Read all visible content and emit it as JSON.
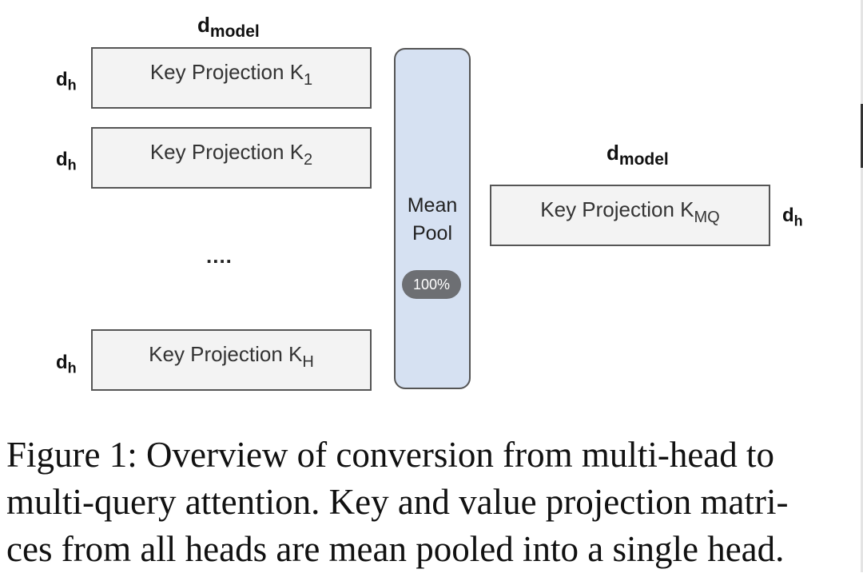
{
  "diagram": {
    "left_top_dim": {
      "base": "d",
      "sub": "model"
    },
    "right_top_dim": {
      "base": "d",
      "sub": "model"
    },
    "dh": {
      "base": "d",
      "sub": "h"
    },
    "projections": [
      {
        "label": "Key Projection K",
        "sub": "1"
      },
      {
        "label": "Key Projection K",
        "sub": "2"
      },
      {
        "label": "Key Projection K",
        "sub": "H"
      }
    ],
    "ellipsis": "....",
    "mean_pool": {
      "line1": "Mean",
      "line2": "Pool",
      "badge": "100%"
    },
    "merged": {
      "label": "Key Projection K",
      "sub": "MQ"
    }
  },
  "caption": {
    "line1": "Figure 1: Overview of conversion from multi-head to",
    "line2": "multi-query attention. Key and value projection matri-",
    "line3": "ces from all heads are mean pooled into a single head."
  }
}
